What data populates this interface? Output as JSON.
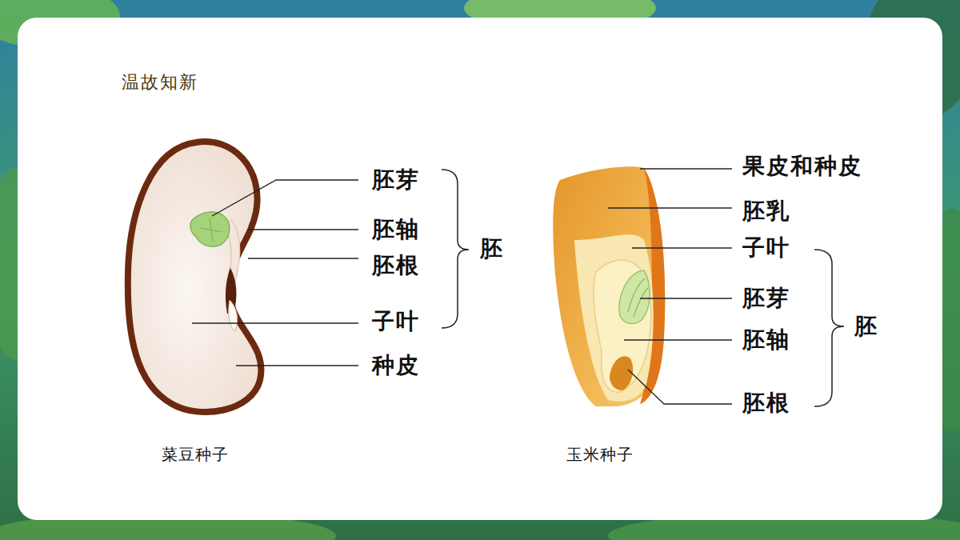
{
  "diagram": {
    "title": "温故知新",
    "labels": [
      "胚芽",
      "胚轴",
      "胚根",
      "子叶",
      "种皮",
      "胚",
      "菜豆种子",
      "果皮和种皮",
      "胚乳",
      "子叶",
      "胚芽",
      "胚轴",
      "胚根",
      "胚",
      "玉米种子"
    ]
  }
}
